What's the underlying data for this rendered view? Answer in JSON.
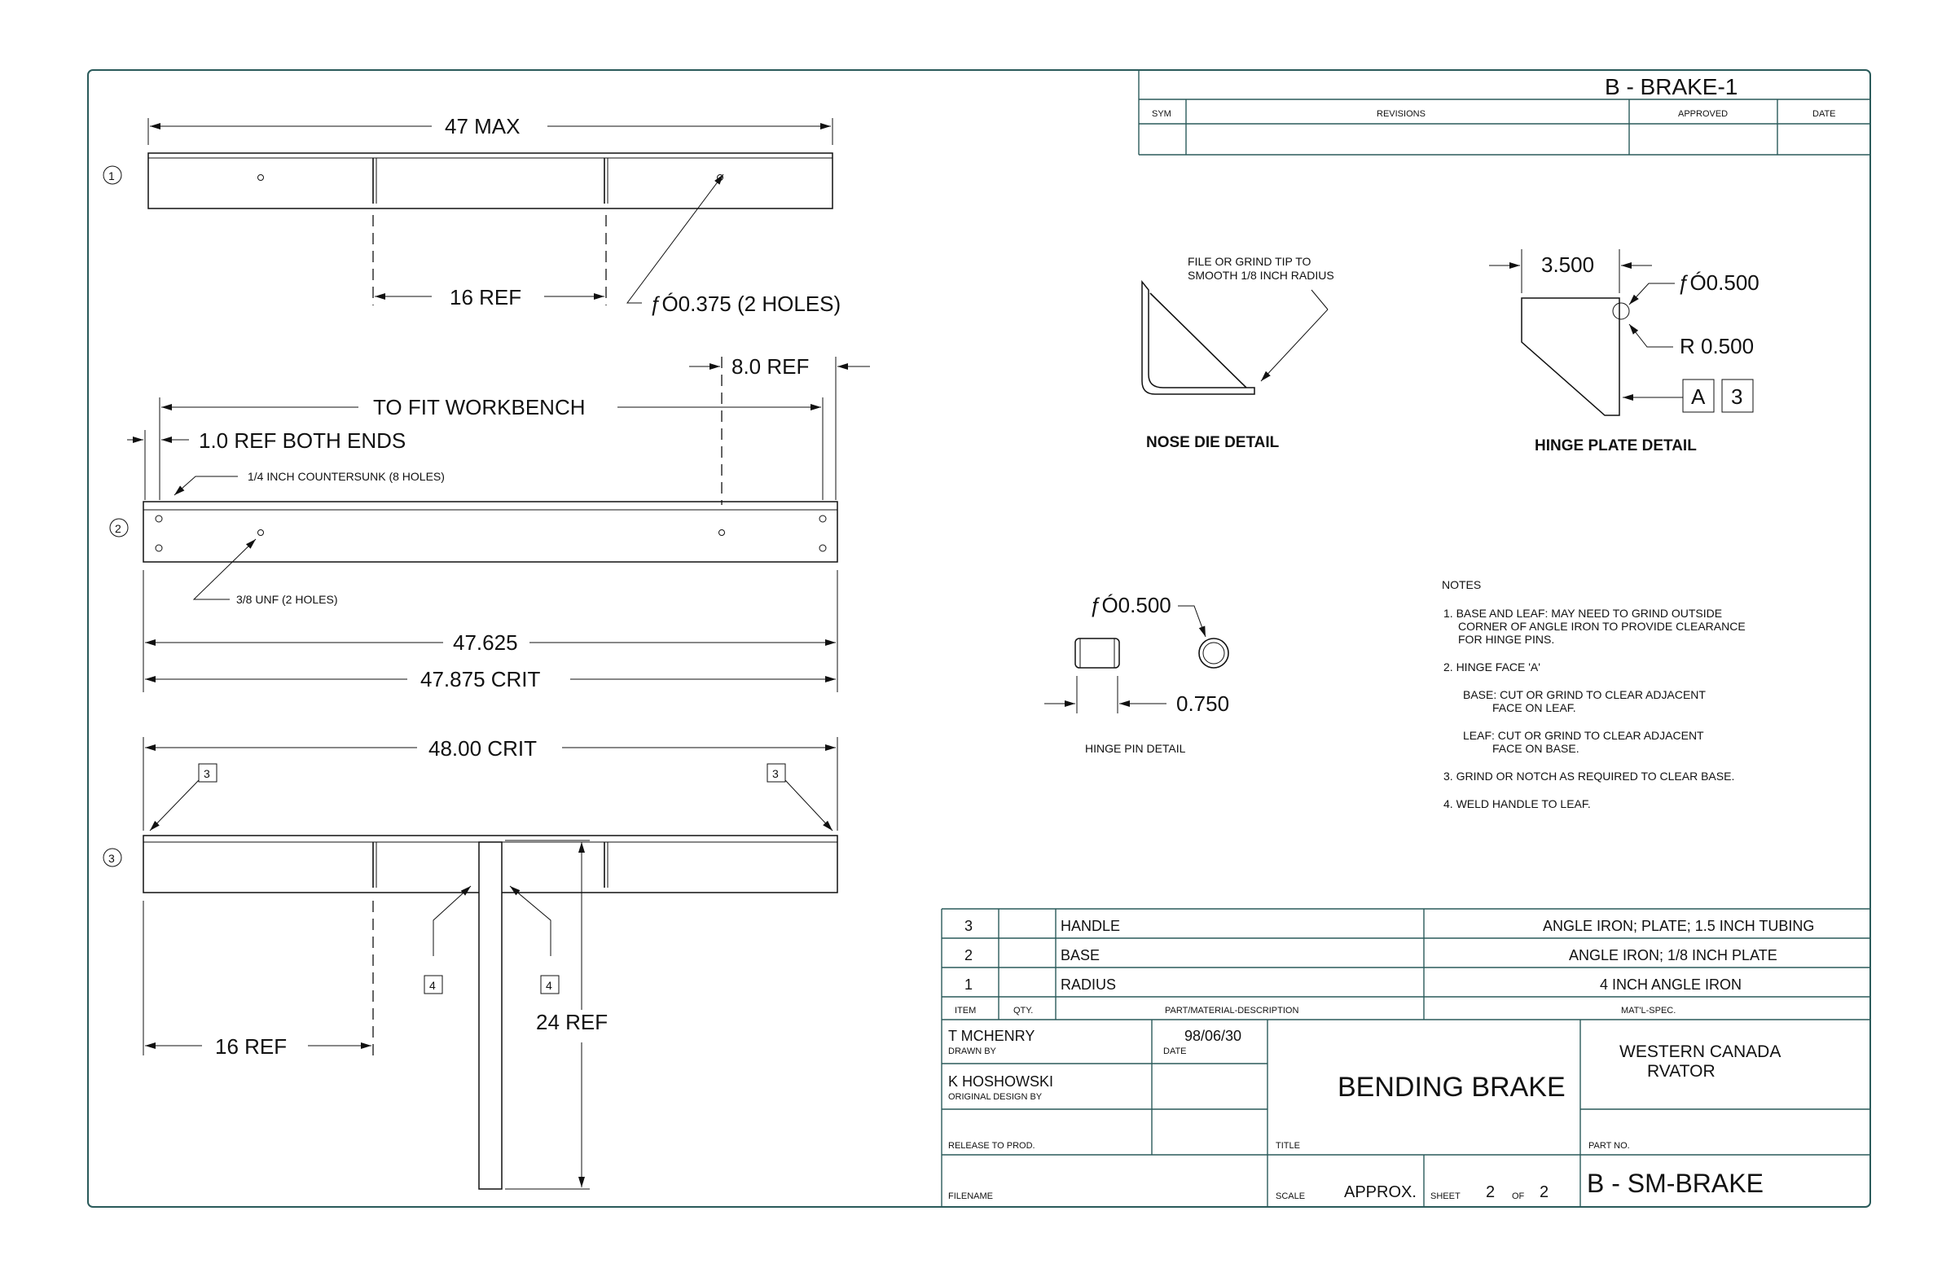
{
  "drawing": {
    "number_top": "B - BRAKE-1",
    "revisions_header": {
      "sym": "SYM",
      "revisions": "REVISIONS",
      "approved": "APPROVED",
      "date": "DATE"
    }
  },
  "views": {
    "view1": {
      "callout": "1",
      "dim_overall": "47  MAX",
      "dim_spacing": "16  REF",
      "hole_note": "ƒÓ0.375    (2 HOLES)"
    },
    "view2": {
      "callout": "2",
      "dim_fit": "TO FIT WORKBENCH",
      "dim_ref8": "8.0   REF",
      "dim_ends": "1.0   REF BOTH ENDS",
      "countersunk_note": "1/4 INCH COUNTERSUNK (8 HOLES)",
      "unf_note": "3/8 UNF (2 HOLES)",
      "dim_inner": "47.625",
      "dim_outer": "47.875     CRIT"
    },
    "view3": {
      "callout": "3",
      "dim_overall": "48.00     CRIT",
      "flag_left": "3",
      "flag_right": "3",
      "flag_handle_left": "4",
      "flag_handle_right": "4",
      "dim_handle": "24   REF",
      "dim_spacing": "16  REF"
    }
  },
  "details": {
    "nose": {
      "note_line1": "FILE OR GRIND TIP TO",
      "note_line2": "SMOOTH 1/8 INCH RADIUS",
      "label": "NOSE DIE DETAIL"
    },
    "hinge_plate": {
      "dim_width": "3.500",
      "dim_hole": "ƒÓ0.500",
      "dim_radius": "R 0.500",
      "flag_a": "A",
      "flag_num": "3",
      "label": "HINGE PLATE DETAIL"
    },
    "hinge_pin": {
      "dim_dia": "ƒÓ0.500",
      "dim_len": "0.750",
      "label": "HINGE PIN DETAIL"
    }
  },
  "notes": {
    "heading": "NOTES",
    "lines": [
      "1.  BASE AND LEAF:  MAY NEED TO GRIND OUTSIDE",
      "CORNER OF ANGLE IRON TO PROVIDE CLEARANCE",
      "FOR HINGE PINS.",
      "2.  HINGE FACE 'A'",
      "BASE:    CUT OR GRIND TO CLEAR ADJACENT",
      "FACE ON LEAF.",
      "LEAF:    CUT OR GRIND TO CLEAR ADJACENT",
      "FACE ON BASE.",
      "3.  GRIND OR NOTCH AS REQUIRED TO CLEAR BASE.",
      "4.  WELD HANDLE TO LEAF."
    ]
  },
  "bom": {
    "rows": [
      {
        "item": "3",
        "qty": "",
        "part": "HANDLE",
        "spec": "ANGLE IRON; PLATE; 1.5 INCH TUBING"
      },
      {
        "item": "2",
        "qty": "",
        "part": "BASE",
        "spec": "ANGLE IRON; 1/8 INCH PLATE"
      },
      {
        "item": "1",
        "qty": "",
        "part": "RADIUS",
        "spec": "4 INCH ANGLE IRON"
      }
    ],
    "headers": {
      "item": "ITEM",
      "qty": "QTY.",
      "part": "PART/MATERIAL-DESCRIPTION",
      "spec": "MAT'L-SPEC."
    }
  },
  "title_block": {
    "drawn_by_name": "T MCHENRY",
    "drawn_by_label": "DRAWN BY",
    "date_value": "98/06/30",
    "date_label": "DATE",
    "design_name": "K HOSHOWSKI",
    "design_label": "ORIGINAL DESIGN BY",
    "release_label": "RELEASE TO PROD.",
    "filename_label": "FILENAME",
    "title": "BENDING BRAKE",
    "title_label": "TITLE",
    "company_line1": "WESTERN CANADA",
    "company_line2": "RVATOR",
    "part_no_label": "PART NO.",
    "part_no": "B - SM-BRAKE",
    "scale_label": "SCALE",
    "scale_value": "APPROX.",
    "sheet_label": "SHEET",
    "sheet_num": "2",
    "of_label": "OF",
    "sheet_total": "2"
  }
}
